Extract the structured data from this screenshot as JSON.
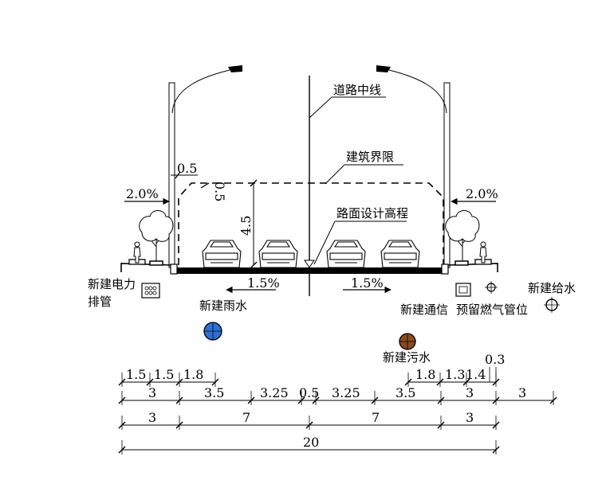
{
  "labels": {
    "centerline": "道路中线",
    "clearance": "建筑界限",
    "design_elevation": "路面设计高程",
    "power": [
      "新建电力",
      "排管"
    ],
    "storm": "新建雨水",
    "telecom": "新建通信",
    "gas": "预留燃气管位",
    "water": "新建给水",
    "sewer": "新建污水"
  },
  "slopes": {
    "left_sidewalk": "2.0%",
    "right_sidewalk": "2.0%",
    "left_carriageway": "1.5%",
    "right_carriageway": "1.5%"
  },
  "clearance_dims": {
    "offset": "0.5",
    "chamfer": "0.5",
    "height": "4.5"
  },
  "dimensions": {
    "row1_left": [
      "1.5",
      "1.5",
      "1.8"
    ],
    "row1_right": [
      "1.8",
      "1.3",
      "1.4"
    ],
    "row1_extra": "0.3",
    "row2": [
      "3",
      "3.5",
      "3.25",
      "0.5",
      "3.25",
      "3.5",
      "3",
      "3"
    ],
    "row3": [
      "3",
      "7",
      "7",
      "3"
    ],
    "total": "20"
  },
  "colors": {
    "line": "#000000",
    "storm_pipe": "#2f6fd1",
    "sewer_pipe": "#8b4a1f"
  }
}
